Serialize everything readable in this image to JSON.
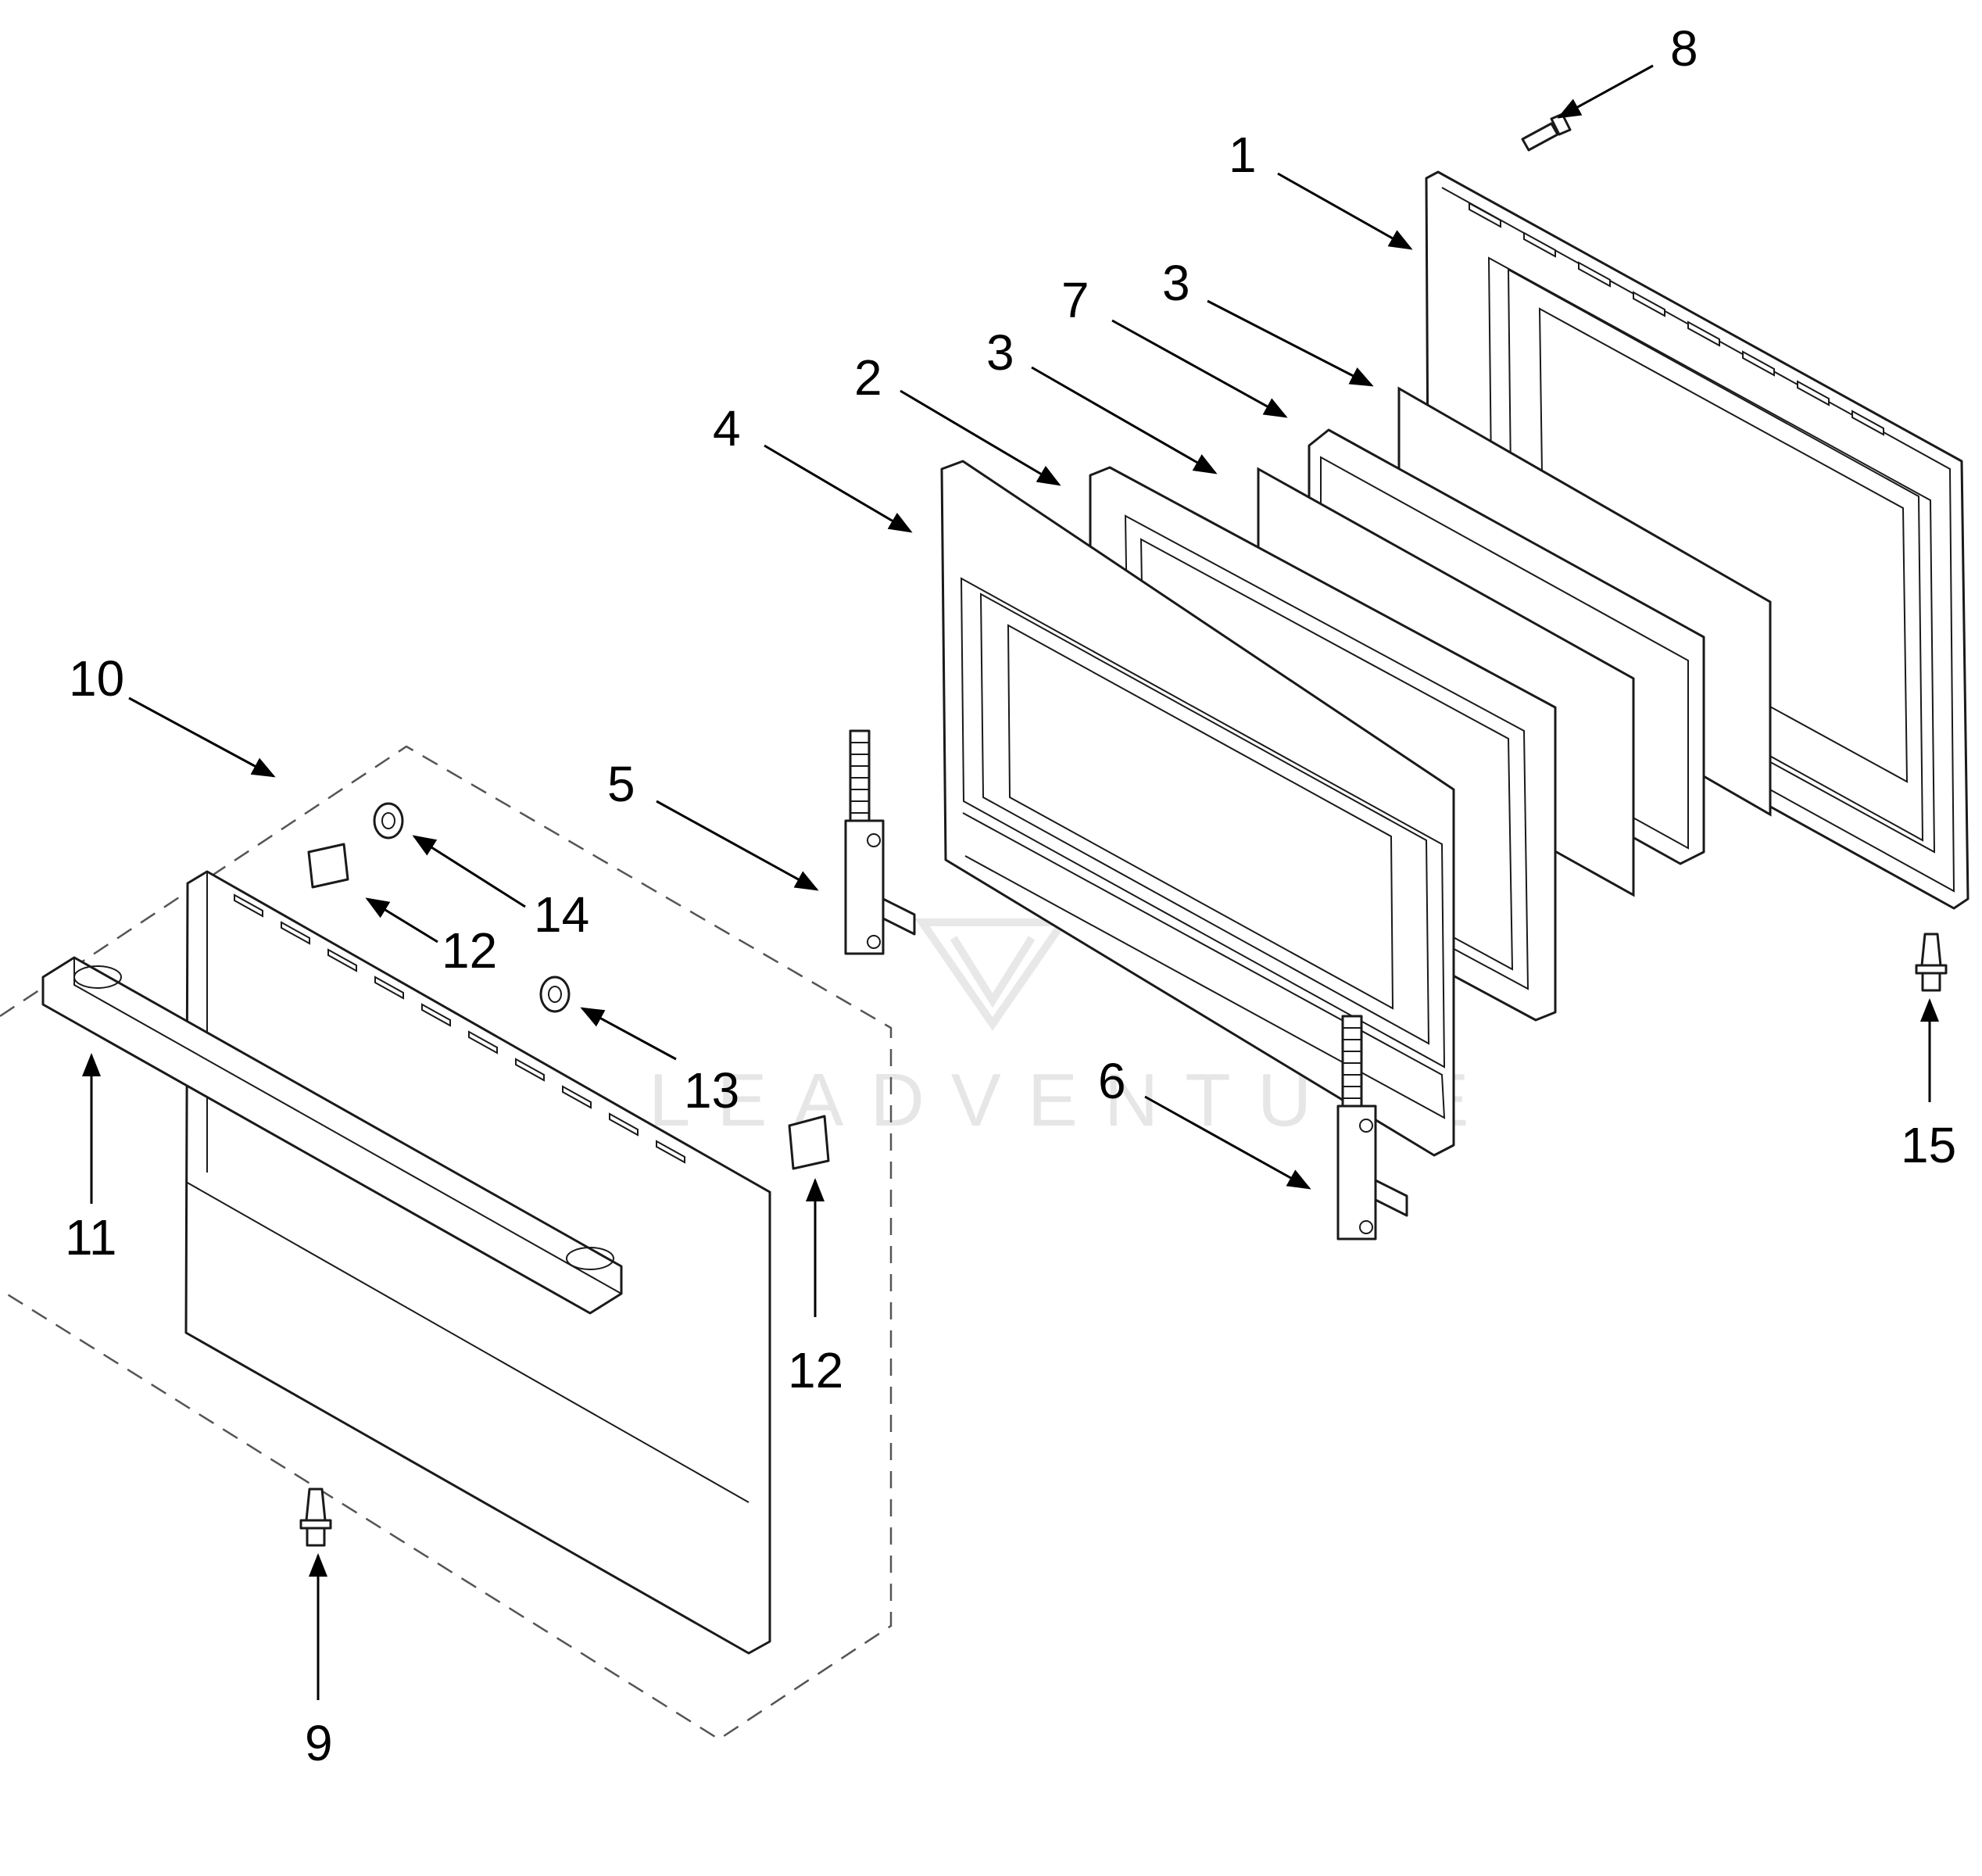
{
  "callouts": {
    "c1": "1",
    "c2": "2",
    "c3a": "3",
    "c3b": "3",
    "c4": "4",
    "c5": "5",
    "c6": "6",
    "c7": "7",
    "c8": "8",
    "c9": "9",
    "c10": "10",
    "c11": "11",
    "c12a": "12",
    "c12b": "12",
    "c13": "13",
    "c14": "14",
    "c15": "15"
  },
  "watermark": "LEADVENTURE",
  "colors": {
    "line": "#1a1a1a",
    "watermark": "#e6e6e6",
    "background": "#ffffff"
  }
}
